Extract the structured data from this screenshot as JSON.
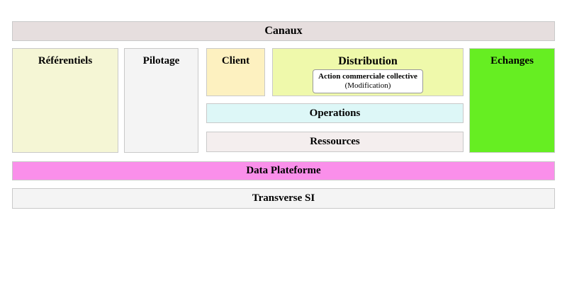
{
  "diagram": {
    "type": "capability-map",
    "bands": {
      "top": {
        "label": "Canaux",
        "color": "#e6dede"
      },
      "data_platform": {
        "label": "Data Plateforme",
        "color": "#fa8fea"
      },
      "transverse": {
        "label": "Transverse SI",
        "color": "#f4f4f4"
      }
    },
    "columns": {
      "referentiels": {
        "label": "Référentiels",
        "color": "#f5f6d5"
      },
      "pilotage": {
        "label": "Pilotage",
        "color": "#f4f4f4"
      },
      "echanges": {
        "label": "Echanges",
        "color": "#66ee22"
      }
    },
    "core": {
      "client": {
        "label": "Client",
        "color": "#fdf1c0"
      },
      "distribution": {
        "label": "Distribution",
        "color": "#eff9ab",
        "item": {
          "title": "Action commerciale collective",
          "subtitle": "(Modification)"
        }
      },
      "operations": {
        "label": "Operations",
        "color": "#ddf7f7"
      },
      "ressources": {
        "label": "Ressources",
        "color": "#f4eeee"
      }
    }
  }
}
